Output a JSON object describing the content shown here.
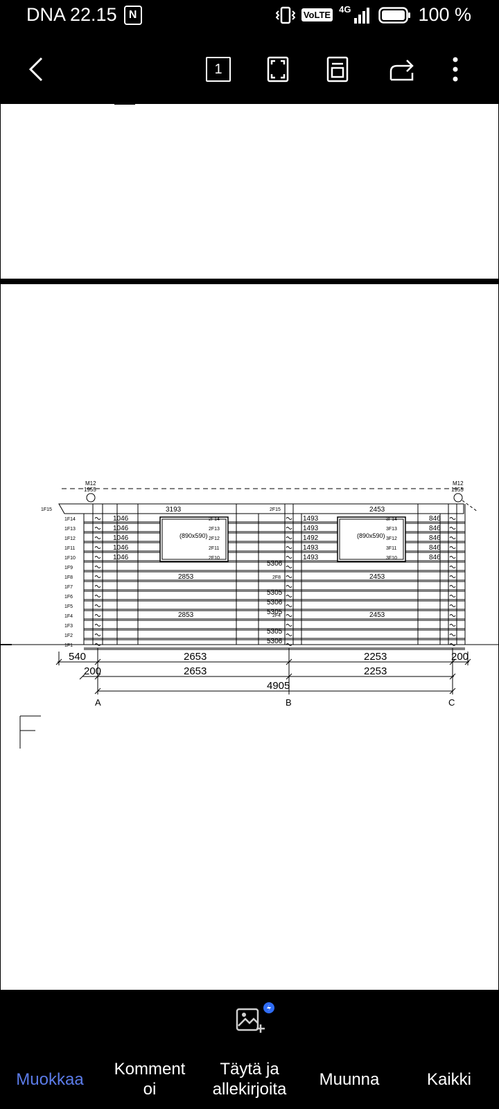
{
  "status": {
    "carrier_time": "DNA 22.15",
    "volte": "VoLTE",
    "network": "4G",
    "battery": "100 %"
  },
  "toolbar": {
    "page_count": "1"
  },
  "drawing": {
    "top_marks": [
      "M12",
      "1955"
    ],
    "row_labels_left": [
      "1F15",
      "1F14",
      "1F13",
      "1F12",
      "1F11",
      "1F10",
      "1F9",
      "1F8",
      "1F7",
      "1F6",
      "1F5",
      "1F4",
      "1F3",
      "1F2",
      "1F1"
    ],
    "row_labels_mid": [
      "2F15",
      "2F14",
      "2F13",
      "2F12",
      "2F11",
      "2F10",
      "2F8",
      "2F4"
    ],
    "row_labels_right": [
      "3F14",
      "3F13",
      "3F12",
      "3F11",
      "3F10"
    ],
    "window_left": "(890x590)",
    "window_right": "(890x590)",
    "top_left_length": "3193",
    "top_right_length": "2453",
    "left_short": [
      "1046",
      "1046",
      "1046",
      "1046",
      "1046"
    ],
    "mid_short": [
      "1493",
      "1493",
      "1492",
      "1493",
      "1493"
    ],
    "right_short": [
      "846",
      "846",
      "846",
      "846",
      "846"
    ],
    "full_length": "5306",
    "full_length_alt": "5305",
    "span_left": "2853",
    "span_right": "2453",
    "dim_row1": [
      "540",
      "2653",
      "2253",
      "200"
    ],
    "dim_row2": [
      "200",
      "2653",
      "2253"
    ],
    "dim_total": "4905",
    "axes": [
      "A",
      "B",
      "C"
    ]
  },
  "tabs": [
    {
      "label": "Muokkaa",
      "active": true
    },
    {
      "label": "Komment\noi",
      "active": false
    },
    {
      "label": "Täytä ja\nallekirjoita",
      "active": false
    },
    {
      "label": "Muunna",
      "active": false
    },
    {
      "label": "Kaikki",
      "active": false
    }
  ]
}
